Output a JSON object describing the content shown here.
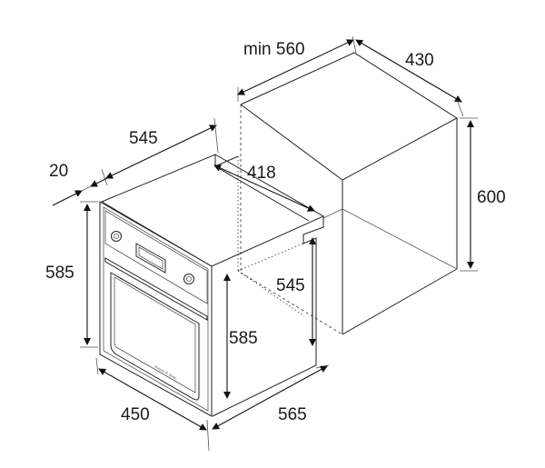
{
  "dimensions": {
    "niche_width_min": "min 560",
    "niche_depth": "430",
    "niche_height": "600",
    "oven_depth": "545",
    "oven_body_depth": "418",
    "door_thickness": "20",
    "oven_front_height": "585",
    "oven_side_height": "585",
    "inner_height": "545",
    "oven_width": "450",
    "total_depth": "565"
  },
  "oven": {
    "brand_label": "Zanussi B. Home"
  }
}
